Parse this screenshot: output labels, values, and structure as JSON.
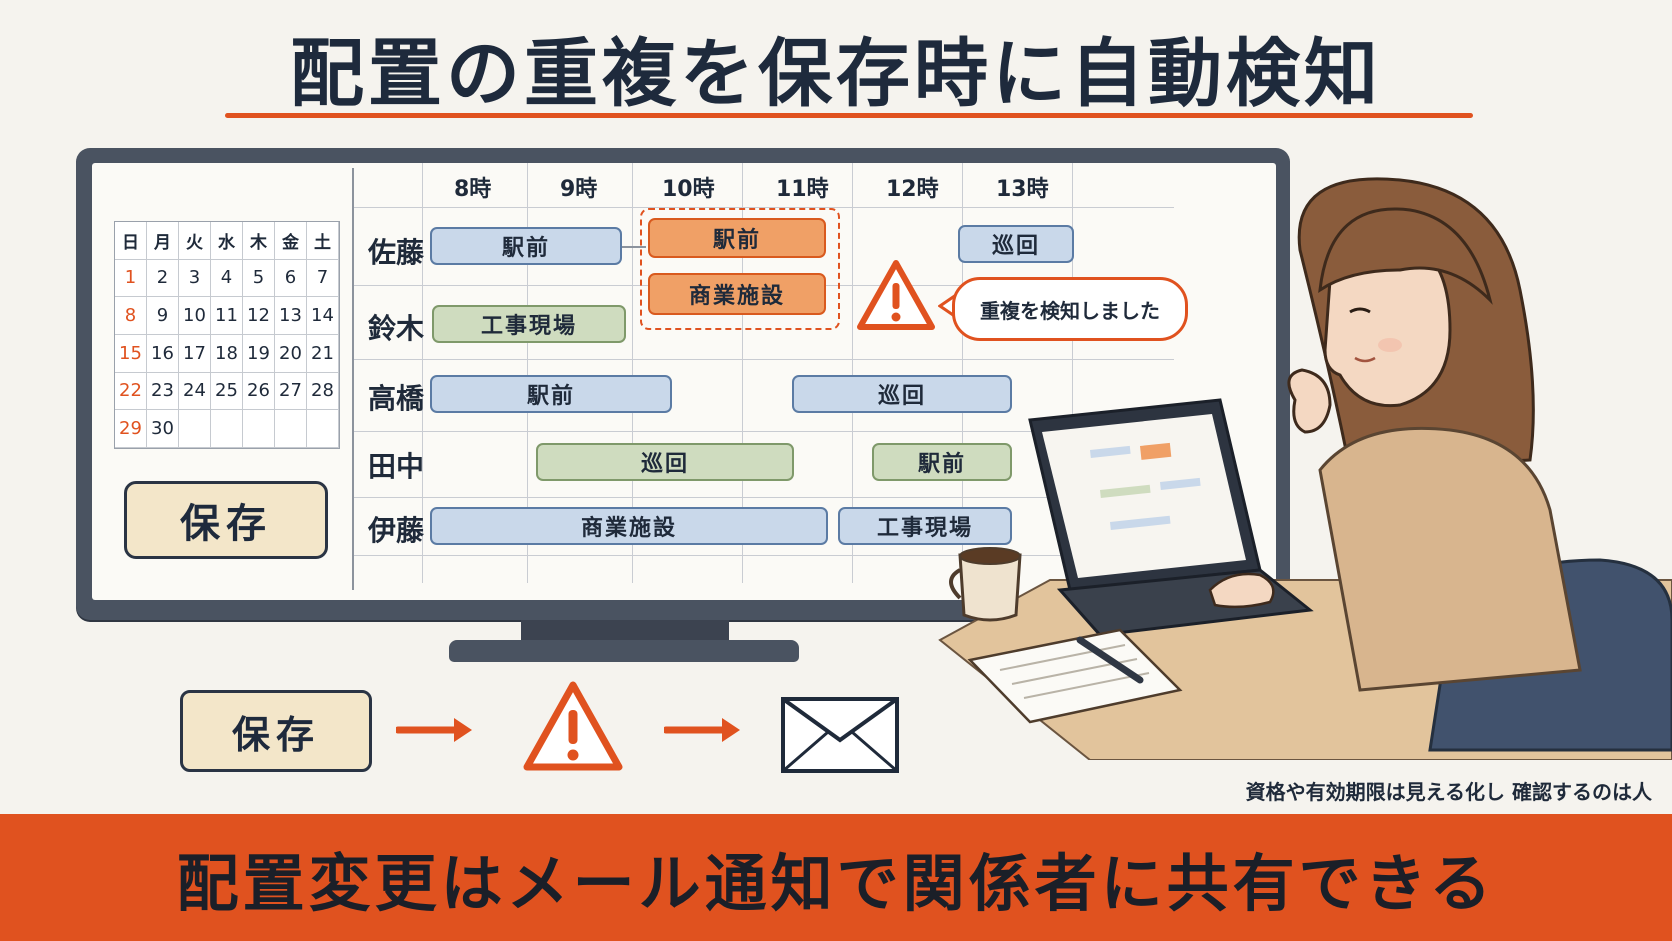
{
  "title": "配置の重複を保存時に自動検知",
  "calendar": {
    "weekdays": [
      "日",
      "月",
      "火",
      "水",
      "木",
      "金",
      "土"
    ],
    "weeks": [
      [
        "1",
        "2",
        "3",
        "4",
        "5",
        "6",
        "7"
      ],
      [
        "8",
        "9",
        "10",
        "11",
        "12",
        "13",
        "14"
      ],
      [
        "15",
        "16",
        "17",
        "18",
        "19",
        "20",
        "21"
      ],
      [
        "22",
        "23",
        "24",
        "25",
        "26",
        "27",
        "28"
      ],
      [
        "29",
        "30",
        "",
        "",
        "",
        "",
        ""
      ]
    ]
  },
  "save_label": "保存",
  "schedule": {
    "times": [
      "8時",
      "9時",
      "10時",
      "11時",
      "12時",
      "13時"
    ],
    "people": [
      "佐藤",
      "鈴木",
      "高橋",
      "田中",
      "伊藤"
    ],
    "assignments": [
      {
        "person": "佐藤",
        "label": "駅前",
        "color": "blue"
      },
      {
        "person": "佐藤",
        "label": "駅前",
        "color": "orange",
        "conflict": true
      },
      {
        "person": "佐藤",
        "label": "巡回",
        "color": "blue"
      },
      {
        "person": "鈴木",
        "label": "工事現場",
        "color": "green"
      },
      {
        "person": "鈴木",
        "label": "商業施設",
        "color": "orange",
        "conflict": true
      },
      {
        "person": "高橋",
        "label": "駅前",
        "color": "blue"
      },
      {
        "person": "高橋",
        "label": "巡回",
        "color": "blue"
      },
      {
        "person": "田中",
        "label": "巡回",
        "color": "green"
      },
      {
        "person": "田中",
        "label": "駅前",
        "color": "green"
      },
      {
        "person": "伊藤",
        "label": "商業施設",
        "color": "blue"
      },
      {
        "person": "伊藤",
        "label": "工事現場",
        "color": "blue"
      }
    ],
    "alert_message": "重複を検知しました"
  },
  "flow": {
    "save_label": "保存",
    "icons": [
      "warning-icon",
      "mail-icon"
    ]
  },
  "caption": "資格や有効期限は見える化し 確認するのは人",
  "footer": "配置変更はメール通知で関係者に共有できる",
  "colors": {
    "accent": "#e0521f",
    "navy": "#1e2a3c",
    "bar_blue": "#c9d8ea",
    "bar_green": "#cfdcbf",
    "bar_orange": "#f0a066",
    "save_bg": "#f3e6c9"
  }
}
